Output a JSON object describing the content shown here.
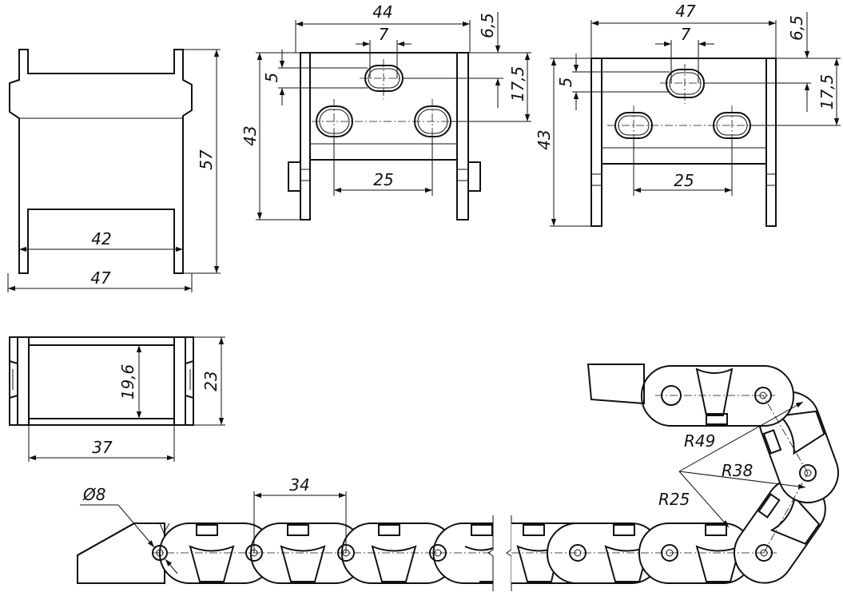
{
  "drawing": {
    "dimensions": {
      "view1_inner_width": "42",
      "view1_outer_width": "47",
      "view1_height": "57",
      "view2_width": "44",
      "view2_slot_width": "7",
      "view2_slot_height": "5",
      "view2_top_offset": "6,5",
      "view2_hole_offset": "17,5",
      "view2_height": "43",
      "view2_hole_spacing": "25",
      "view3_width": "47",
      "view3_slot_width": "7",
      "view3_slot_height": "5",
      "view3_top_offset": "6,5",
      "view3_hole_offset": "17,5",
      "view3_height": "43",
      "view3_hole_spacing": "25",
      "section_inner_height": "19,6",
      "section_outer_height": "23",
      "section_width": "37",
      "pitch": "34",
      "pin_diameter": "Ø8",
      "radius_large": "R49",
      "radius_medium": "R38",
      "radius_small": "R25"
    }
  }
}
